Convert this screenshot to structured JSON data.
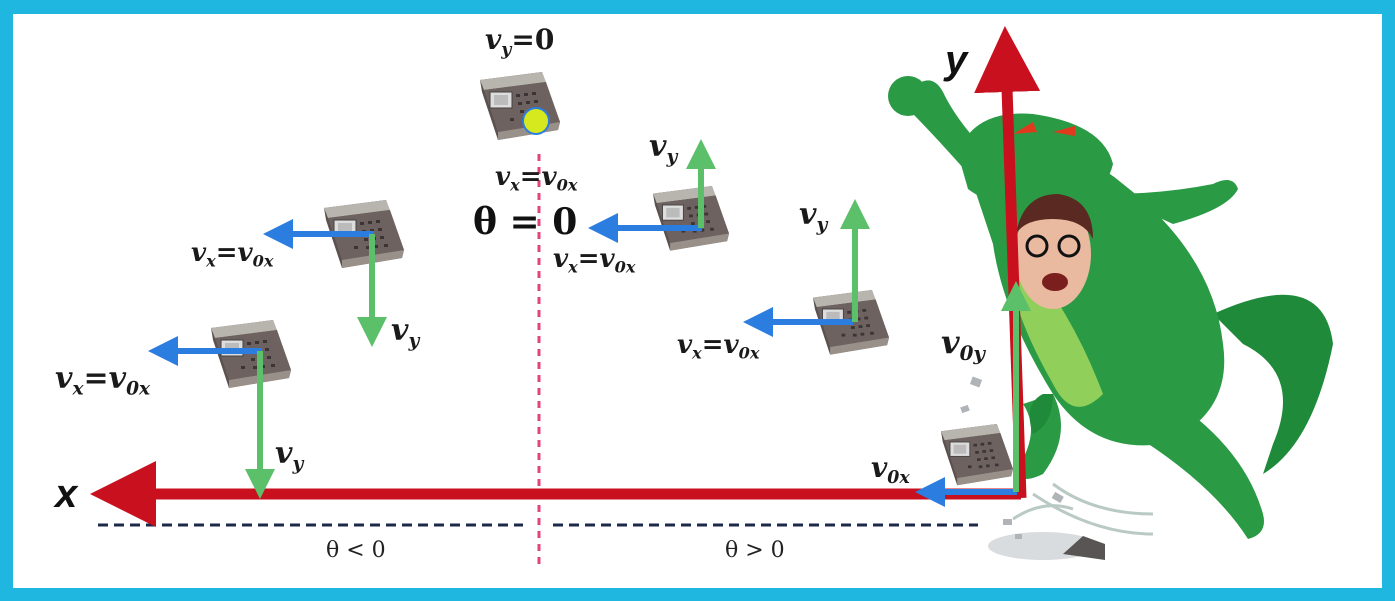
{
  "labels": {
    "axis_x": "x",
    "axis_y": "y",
    "vy_zero": "v",
    "vy_zero_sub": "y",
    "vy_zero_eq": "=0",
    "theta_zero": "θ = 0",
    "theta_neg": "θ < 0",
    "theta_pos": "θ > 0",
    "v": "v",
    "sub_x": "x",
    "sub_y": "y",
    "sub_0x": "0x",
    "sub_0y": "0y",
    "eq": "="
  },
  "colors": {
    "frame": "#1fb6e0",
    "axis": "#c8101e",
    "vx_arrow": "#2b7de0",
    "vy_arrow": "#5cbf6a",
    "dashed_baseline": "#1c2a4a",
    "center_line": "#e0447a",
    "apex_dot": "#d6e81e",
    "monster": "#1f8a3a"
  },
  "icons": [
    "building-icon",
    "monster-illustration"
  ]
}
